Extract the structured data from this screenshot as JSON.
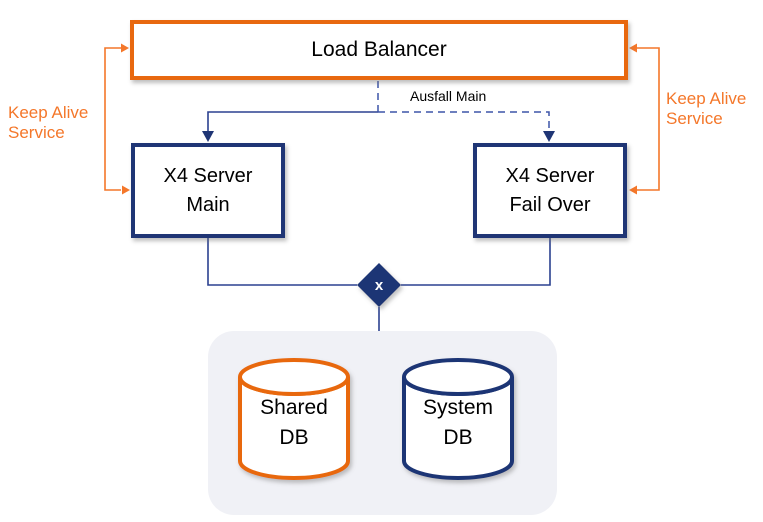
{
  "colors": {
    "accent_orange": "#E8680F",
    "orange_line": "#F4772A",
    "navy": "#1F3575",
    "connector_blue": "#2B4190",
    "dashed_blue": "#3D55A8",
    "container_gray": "#F0F1F6"
  },
  "nodes": {
    "load_balancer": {
      "label": "Load Balancer"
    },
    "server_main": {
      "lines": [
        "X4 Server",
        "Main"
      ]
    },
    "server_failover": {
      "lines": [
        "X4 Server",
        "Fail Over"
      ]
    },
    "shared_db": {
      "lines": [
        "Shared",
        "DB"
      ]
    },
    "system_db": {
      "lines": [
        "System",
        "DB"
      ]
    },
    "junction": {
      "label": "x"
    }
  },
  "edges": {
    "keep_alive_left": {
      "lines": [
        "Keep Alive",
        "Service"
      ]
    },
    "keep_alive_right": {
      "lines": [
        "Keep Alive",
        "Service"
      ]
    },
    "failover_route": {
      "label": "Ausfall Main"
    }
  }
}
